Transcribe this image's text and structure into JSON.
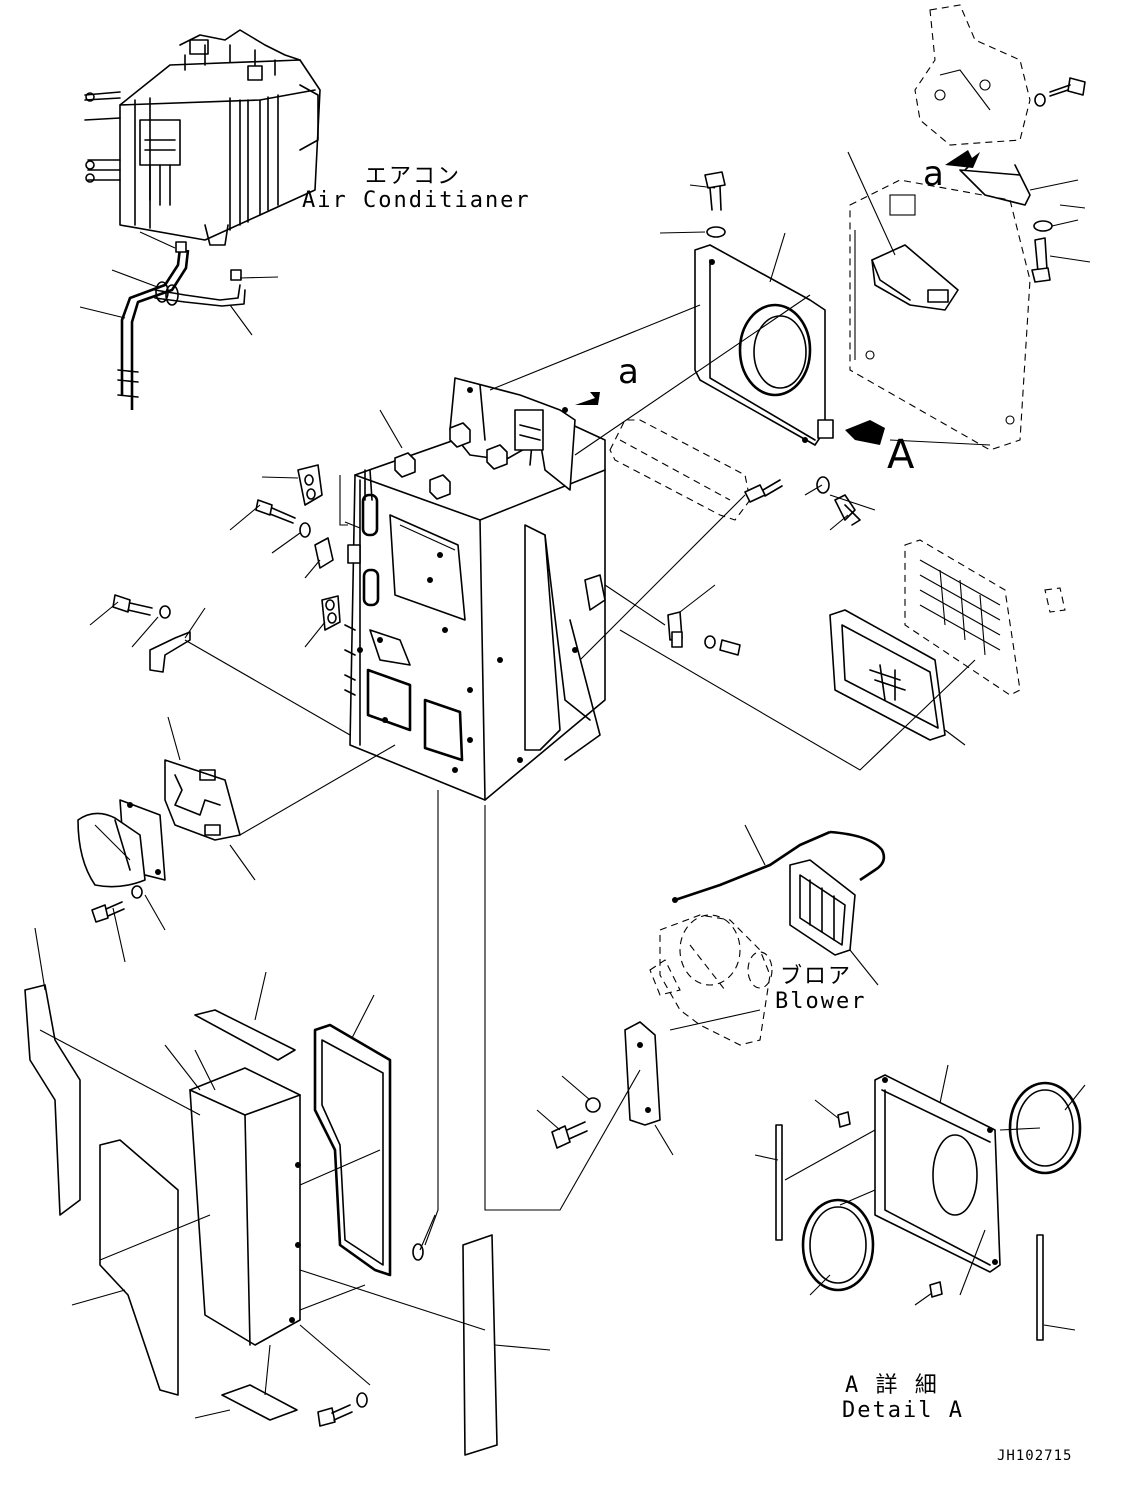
{
  "labels": {
    "ac_jp": "エアコン",
    "ac_en": "Air Conditianer",
    "blower_jp": "ブロア",
    "blower_en": "Blower",
    "detail_jp": "A 詳 細",
    "detail_en": "Detail A",
    "view_a_letter": "a",
    "view_a_letter_right": "a",
    "arrow_A": "A",
    "drawing_code": "JH102715"
  }
}
